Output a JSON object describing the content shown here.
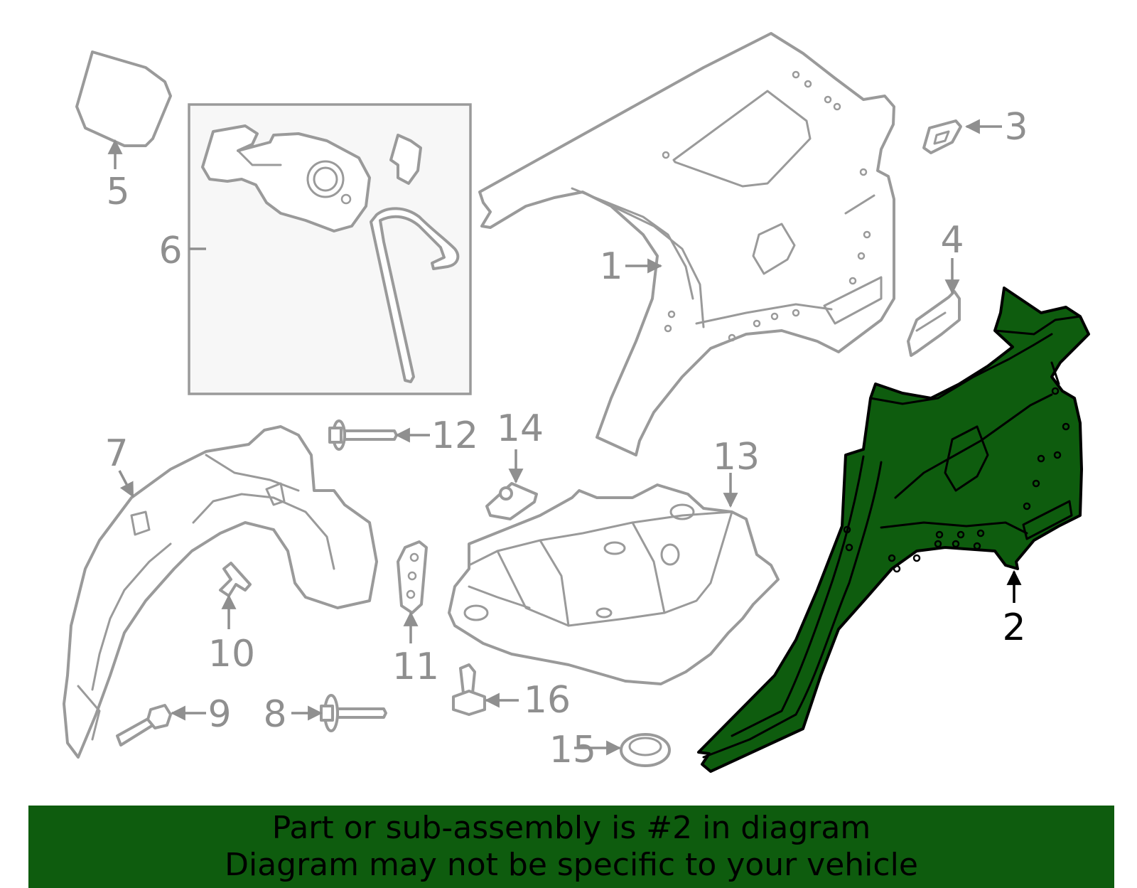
{
  "callouts": {
    "c1": "1",
    "c2": "2",
    "c3": "3",
    "c4": "4",
    "c5": "5",
    "c6": "6",
    "c7": "7",
    "c8": "8",
    "c9": "9",
    "c10": "10",
    "c11": "11",
    "c12": "12",
    "c13": "13",
    "c14": "14",
    "c15": "15",
    "c16": "16"
  },
  "highlighted_part": "2",
  "colors": {
    "highlight": "#0e5c0e",
    "line": "#9a9a9a",
    "label": "#8f8f8f",
    "banner": "#0e5c0e"
  },
  "banner": {
    "line1": "Part or sub-assembly is #2 in diagram",
    "line2": "Diagram may not be specific to your vehicle"
  }
}
